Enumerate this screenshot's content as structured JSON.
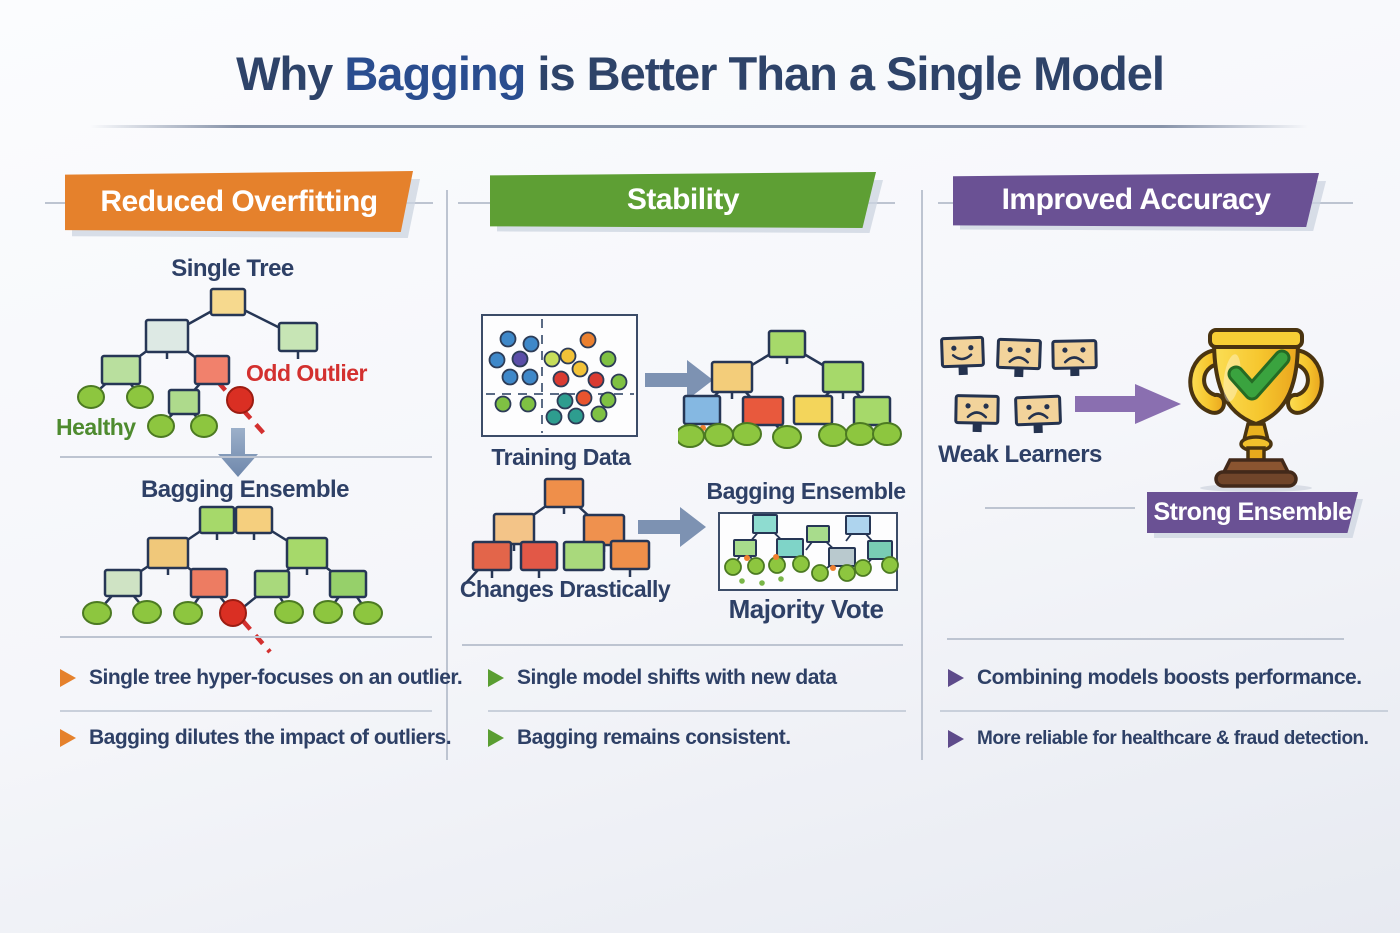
{
  "title": {
    "prefix": "Why",
    "highlight": "Bagging",
    "suffix": "is Better Than a Single Model"
  },
  "columns": [
    {
      "banner": "Reduced Overfitting",
      "accent": "#E5812C",
      "labels": {
        "single_tree": "Single Tree",
        "odd_outlier": "Odd Outlier",
        "healthy": "Healthy",
        "bagging_ensemble": "Bagging Ensemble"
      },
      "bullets": [
        "Single tree hyper-focuses on an outlier.",
        "Bagging dilutes the impact of outliers."
      ]
    },
    {
      "banner": "Stability",
      "accent": "#5E9F34",
      "labels": {
        "training_data": "Training Data",
        "bagging_ensemble": "Bagging Ensemble",
        "changes_drastically": "Changes Drastically",
        "majority_vote": "Majority Vote"
      },
      "bullets": [
        "Single model shifts with new data",
        "Bagging remains consistent."
      ]
    },
    {
      "banner": "Improved Accuracy",
      "accent": "#6A5194",
      "labels": {
        "weak_learners": "Weak Learners",
        "strong_ensemble": "Strong Ensemble"
      },
      "bullets": [
        "Combining models boosts performance.",
        "More reliable for healthcare & fraud detection."
      ]
    }
  ],
  "colors": {
    "title_navy": "#2E4369",
    "highlight_blue": "#2A4D8F",
    "text_navy": "#2E4066",
    "outlier_red": "#D3302F",
    "healthy_green": "#4E8B2F",
    "arrow_bluegray": "#7D92B2",
    "arrow_purple": "#8A6FB0"
  }
}
